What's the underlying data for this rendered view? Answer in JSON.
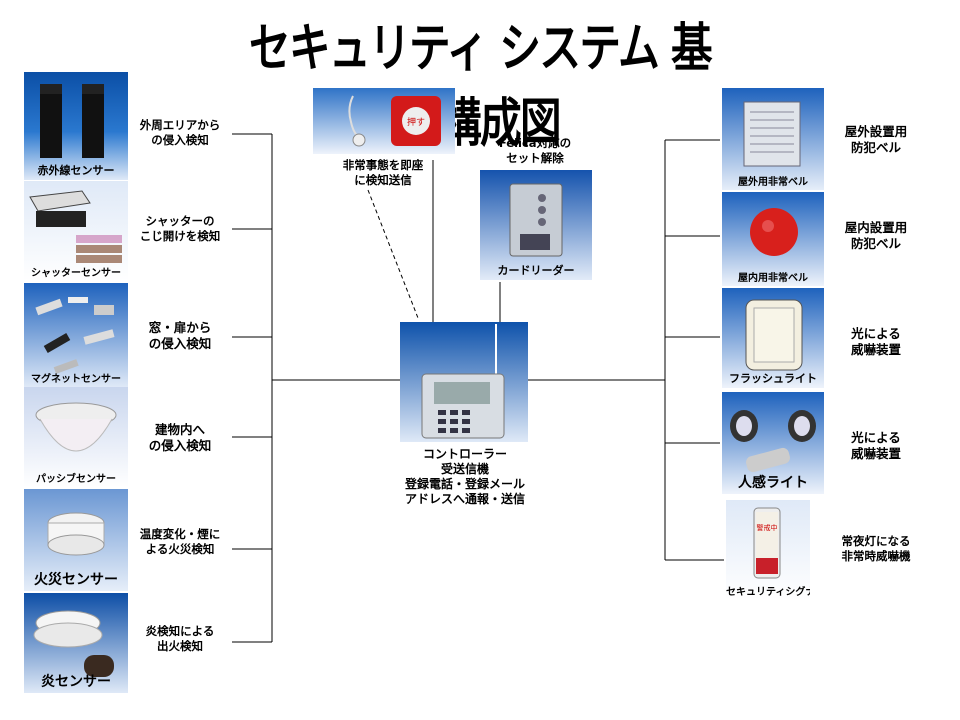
{
  "title": "セキュリティ システム 基本構成図",
  "left_devices": [
    {
      "name": "赤外線センサー",
      "desc": [
        "外周エリアから",
        "の侵入検知"
      ]
    },
    {
      "name": "シャッターセンサー",
      "desc": [
        "シャッターの",
        "こじ開けを検知"
      ]
    },
    {
      "name": "マグネットセンサー",
      "desc": [
        "窓・扉から",
        "の侵入検知"
      ]
    },
    {
      "name": "パッシブセンサー",
      "desc": [
        "建物内へ",
        "の侵入検知"
      ]
    },
    {
      "name": "火災センサー",
      "desc": [
        "温度変化・煙に",
        "よる火災検知"
      ]
    },
    {
      "name": "炎センサー",
      "desc": [
        "炎検知による",
        "出火検知"
      ]
    }
  ],
  "emergency": {
    "desc": [
      "非常事態を即座",
      "に検知送信"
    ],
    "button_text": "押す"
  },
  "card_reader": {
    "name": "カードリーダー",
    "desc": [
      "Felica対応の",
      "セット解除"
    ]
  },
  "controller": {
    "name": "コントローラー",
    "lines": [
      "受送信機",
      "登録電話・登録メール",
      "アドレスへ通報・送信"
    ]
  },
  "right_devices": [
    {
      "name": "屋外用非常ベル",
      "desc": [
        "屋外設置用",
        "防犯ベル"
      ]
    },
    {
      "name": "屋内用非常ベル",
      "desc": [
        "屋内設置用",
        "防犯ベル"
      ]
    },
    {
      "name": "フラッシュライト",
      "desc": [
        "光による",
        "威嚇装置"
      ]
    },
    {
      "name": "人感ライト",
      "desc": [
        "光による",
        "威嚇装置"
      ]
    },
    {
      "name": "セキュリティシグナル",
      "desc": [
        "常夜灯になる",
        "非常時威嚇機"
      ],
      "signal_text": "警戒中"
    }
  ],
  "colors": {
    "tile_top": "#0b4fa6",
    "tile_bottom": "#dfe9f7",
    "line": "#000000"
  }
}
